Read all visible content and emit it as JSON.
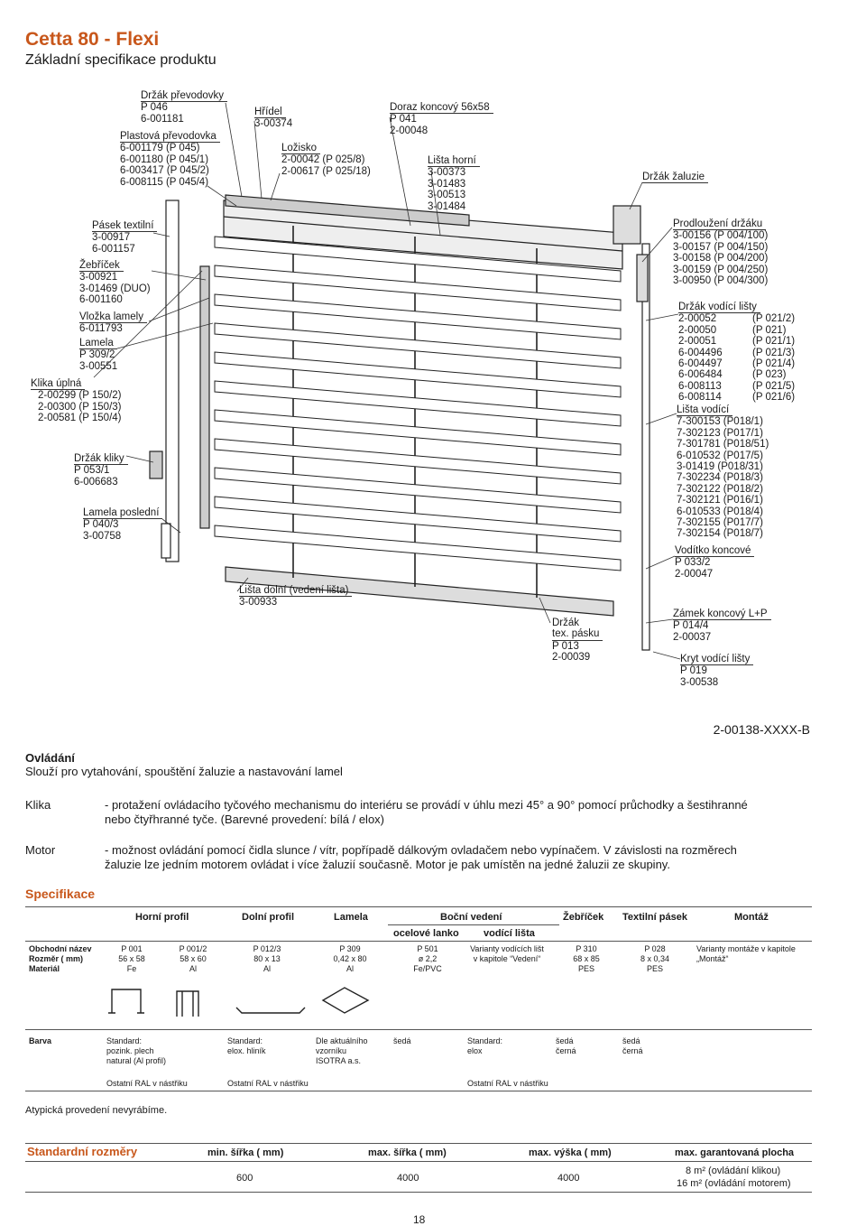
{
  "header": {
    "title": "Cetta 80 - Flexi",
    "subtitle": "Základní specifikace produktu"
  },
  "diagram": {
    "left_labels": [
      {
        "name": "Držák převodovky",
        "codes": [
          "P 046",
          "6-001181"
        ]
      },
      {
        "name": "Plastová převodovka",
        "codes": [
          "6-001179 (P 045)",
          "6-001180 (P 045/1)",
          "6-003417 (P 045/2)",
          "6-008115 (P 045/4)"
        ]
      },
      {
        "name": "Pásek textilní",
        "codes": [
          "3-00917",
          "6-001157"
        ]
      },
      {
        "name": "Žebříček",
        "codes": [
          "3-00921",
          "3-01469 (DUO)",
          "6-001160"
        ]
      },
      {
        "name": "Vložka lamely",
        "codes": [
          "6-011793"
        ]
      },
      {
        "name": "Lamela",
        "codes": [
          "P 309/2",
          "3-00551"
        ]
      },
      {
        "name": "Klika úplná",
        "codes": [
          "2-00299 (P 150/2)",
          "2-00300 (P 150/3)",
          "2-00581 (P 150/4)"
        ]
      },
      {
        "name": "Držák kliky",
        "codes": [
          "P 053/1",
          "6-006683"
        ]
      },
      {
        "name": "Lamela poslední",
        "codes": [
          "P 040/3",
          "3-00758"
        ]
      }
    ],
    "top_labels": [
      {
        "name": "Hřídel",
        "codes": [
          "3-00374"
        ]
      },
      {
        "name": "Ložisko",
        "codes": [
          "2-00042 (P 025/8)",
          "2-00617 (P 025/18)"
        ]
      },
      {
        "name": "Doraz koncový 56x58",
        "codes": [
          "P 041",
          "2-00048"
        ]
      },
      {
        "name": "Lišta horní",
        "codes": [
          "3-00373",
          "3-01483",
          "3-00513",
          "3-01484"
        ]
      }
    ],
    "right_labels": [
      {
        "name": "Držák žaluzie",
        "codes": []
      },
      {
        "name": "Prodloužení držáku",
        "codes": [
          "3-00156 (P 004/100)",
          "3-00157 (P 004/150)",
          "3-00158 (P 004/200)",
          "3-00159 (P 004/250)",
          "3-00950 (P 004/300)"
        ]
      },
      {
        "name": "Držák vodící lišty",
        "codes": [
          "2-00052",
          "2-00050",
          "2-00051",
          "6-004496",
          "6-004497",
          "6-006484",
          "6-008113",
          "6-008114"
        ],
        "codes2": [
          "(P 021/2)",
          "(P 021)",
          "(P 021/1)",
          "(P 021/3)",
          "(P 021/4)",
          "(P 023)",
          "(P 021/5)",
          "(P 021/6)"
        ]
      },
      {
        "name": "Lišta vodící",
        "codes": [
          "7-300153 (P018/1)",
          "7-302123 (P017/1)",
          "7-301781 (P018/51)",
          "6-010532 (P017/5)",
          "3-01419 (P018/31)",
          "7-302234 (P018/3)",
          "7-302122 (P018/2)",
          "7-302121 (P016/1)",
          "6-010533 (P018/4)",
          "7-302155 (P017/7)",
          "7-302154 (P018/7)"
        ]
      },
      {
        "name": "Vodítko koncové",
        "codes": [
          "P 033/2",
          "2-00047"
        ]
      },
      {
        "name": "Zámek koncový L+P",
        "codes": [
          "P 014/4",
          "2-00037"
        ]
      },
      {
        "name": "Kryt vodící lišty",
        "codes": [
          "P 019",
          "3-00538"
        ]
      }
    ],
    "bottom_labels": [
      {
        "name": "Lišta dolní (vedení lišta)",
        "codes": [
          "3-00933"
        ]
      },
      {
        "name": "Držák",
        "name2": "tex. pásku",
        "codes": [
          "P 013",
          "2-00039"
        ]
      }
    ]
  },
  "product_code": "2-00138-XXXX-B",
  "ovladani": {
    "title": "Ovládání",
    "subtitle": "Slouží pro vytahování, spouštění žaluzie a nastavování lamel",
    "rows": [
      {
        "label": "Klika",
        "text1": "- protažení ovládacího tyčového mechanismu do interiéru se provádí v úhlu mezi 45° a 90° pomocí průchodky a šestihranné",
        "text2": "nebo čtyřhranné tyče. (Barevné provedení: bílá / elox)"
      },
      {
        "label": "Motor",
        "text1": "- možnost ovládání pomocí čidla slunce / vítr, popřípadě dálkovým ovladačem nebo vypínačem. V závislosti na rozměrech",
        "text2": "žaluzie lze jedním motorem ovládat i více žaluzií současně. Motor je pak umístěn na jedné žaluzii ze skupiny."
      }
    ]
  },
  "specifikace": {
    "title": "Specifikace",
    "headers": [
      "Horní profil",
      "Dolní profil",
      "Lamela",
      "Boční vedení",
      "Žebříček",
      "Textilní pásek",
      "Montáž"
    ],
    "subheaders": [
      "ocelové lanko",
      "vodící lišta"
    ],
    "row_labels": [
      "Obchodní název",
      "Rozměr ( mm)",
      "Materiál"
    ],
    "columns": [
      [
        "P 001",
        "56 x 58",
        "Fe"
      ],
      [
        "P 001/2",
        "58 x 60",
        "Al"
      ],
      [
        "P 012/3",
        "80 x 13",
        "Al"
      ],
      [
        "P 309",
        "0,42 x 80",
        "Al"
      ],
      [
        "P 501",
        "ø 2,2",
        "Fe/PVC"
      ],
      [
        "Varianty vodících lišt",
        "v kapitole “Vedení“",
        ""
      ],
      [
        "P 310",
        "68 x 85",
        "PES"
      ],
      [
        "P 028",
        "8 x 0,34",
        "PES"
      ],
      [
        "Varianty montáže v kapitole",
        "„Montáž“",
        ""
      ]
    ],
    "barva_label": "Barva",
    "barva": [
      [
        "Standard:",
        "pozink. plech",
        "natural (Al profil)"
      ],
      [
        "Standard:",
        "elox. hliník"
      ],
      [
        "Dle aktuálního",
        "vzorníku",
        "ISOTRA a.s."
      ],
      [
        "šedá"
      ],
      [
        "Standard:",
        "elox"
      ],
      [
        "šedá",
        "černá"
      ],
      [
        "šedá",
        "černá"
      ]
    ],
    "ral": [
      "Ostatní RAL v nástřiku",
      "Ostatní RAL v nástřiku",
      "Ostatní RAL v nástřiku"
    ],
    "note": "Atypická provedení nevyrábíme."
  },
  "rozmery": {
    "title": "Standardní rozměry",
    "headers": [
      "min. šířka ( mm)",
      "max. šířka ( mm)",
      "max. výška ( mm)",
      "max. garantovaná plocha"
    ],
    "values": [
      "600",
      "4000",
      "4000"
    ],
    "area1": "8 m² (ovládání klikou)",
    "area2": "16 m² (ovládání motorem)"
  },
  "page_number": "18",
  "colors": {
    "accent": "#c8571b",
    "text": "#1a1a1a"
  }
}
